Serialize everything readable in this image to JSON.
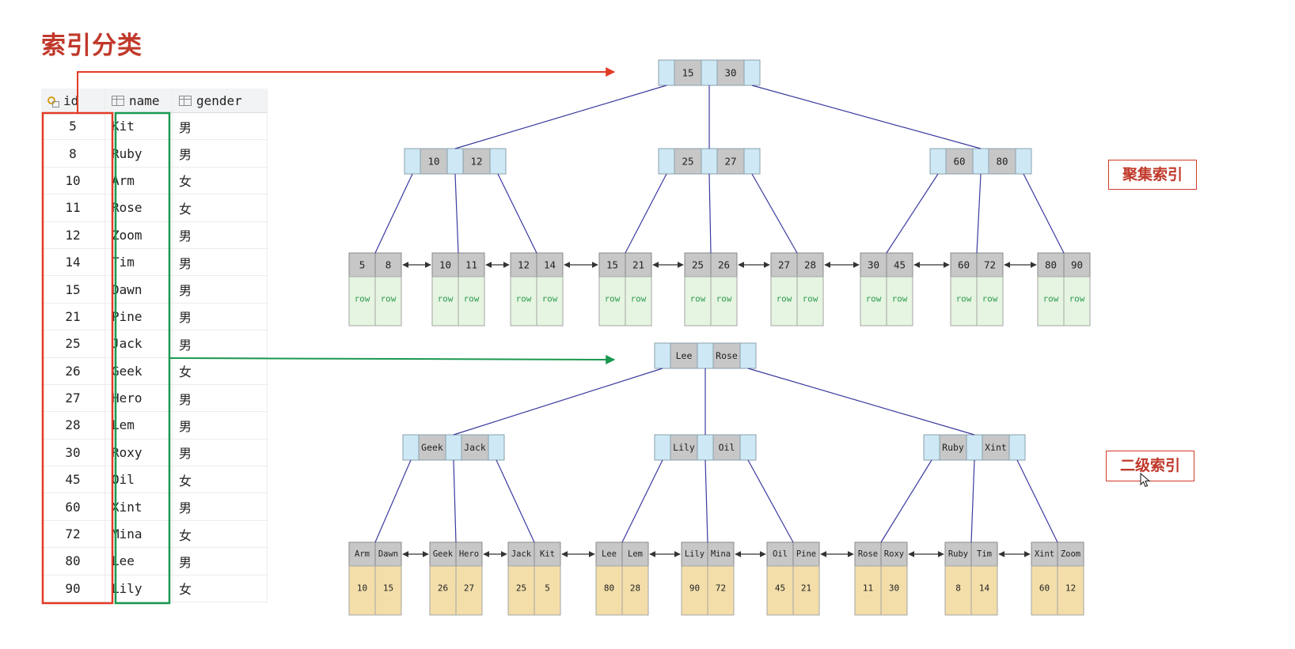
{
  "title": "索引分类",
  "table": {
    "headers": [
      "id",
      "name",
      "gender"
    ],
    "rows": [
      [
        "5",
        "Kit",
        "男"
      ],
      [
        "8",
        "Ruby",
        "男"
      ],
      [
        "10",
        "Arm",
        "女"
      ],
      [
        "11",
        "Rose",
        "女"
      ],
      [
        "12",
        "Zoom",
        "男"
      ],
      [
        "14",
        "Tim",
        "男"
      ],
      [
        "15",
        "Dawn",
        "男"
      ],
      [
        "21",
        "Pine",
        "男"
      ],
      [
        "25",
        "Jack",
        "男"
      ],
      [
        "26",
        "Geek",
        "女"
      ],
      [
        "27",
        "Hero",
        "男"
      ],
      [
        "28",
        "Lem",
        "男"
      ],
      [
        "30",
        "Roxy",
        "男"
      ],
      [
        "45",
        "Oil",
        "女"
      ],
      [
        "60",
        "Xint",
        "男"
      ],
      [
        "72",
        "Mina",
        "女"
      ],
      [
        "80",
        "Lee",
        "男"
      ],
      [
        "90",
        "Lily",
        "女"
      ]
    ]
  },
  "labels": {
    "clustered": "聚集索引",
    "secondary": "二级索引"
  },
  "colors": {
    "title": "#c0392b",
    "id_highlight": "#e23b26",
    "name_highlight": "#1a9850",
    "key_cell": "#c7c7c7",
    "pointer_cell": "#cfe8f5",
    "row_cell": "#e6f5e1",
    "row_text": "#2e9a52",
    "id_cell": "#f3deaa",
    "edge": "#3a3aa0"
  },
  "icons": {
    "id_column": "primary-key-icon",
    "other_columns": "column-icon",
    "cursor": "mouse-cursor-icon"
  },
  "clustered_index": {
    "root": [
      "15",
      "30"
    ],
    "internal": [
      [
        "10",
        "12"
      ],
      [
        "25",
        "27"
      ],
      [
        "60",
        "80"
      ]
    ],
    "leaves": [
      {
        "keys": [
          "5",
          "8"
        ],
        "values": [
          "row",
          "row"
        ]
      },
      {
        "keys": [
          "10",
          "11"
        ],
        "values": [
          "row",
          "row"
        ]
      },
      {
        "keys": [
          "12",
          "14"
        ],
        "values": [
          "row",
          "row"
        ]
      },
      {
        "keys": [
          "15",
          "21"
        ],
        "values": [
          "row",
          "row"
        ]
      },
      {
        "keys": [
          "25",
          "26"
        ],
        "values": [
          "row",
          "row"
        ]
      },
      {
        "keys": [
          "27",
          "28"
        ],
        "values": [
          "row",
          "row"
        ]
      },
      {
        "keys": [
          "30",
          "45"
        ],
        "values": [
          "row",
          "row"
        ]
      },
      {
        "keys": [
          "60",
          "72"
        ],
        "values": [
          "row",
          "row"
        ]
      },
      {
        "keys": [
          "80",
          "90"
        ],
        "values": [
          "row",
          "row"
        ]
      }
    ]
  },
  "secondary_index": {
    "root": [
      "Lee",
      "Rose"
    ],
    "internal": [
      [
        "Geek",
        "Jack"
      ],
      [
        "Lily",
        "Oil"
      ],
      [
        "Ruby",
        "Xint"
      ]
    ],
    "leaves": [
      {
        "keys": [
          "Arm",
          "Dawn"
        ],
        "values": [
          "10",
          "15"
        ]
      },
      {
        "keys": [
          "Geek",
          "Hero"
        ],
        "values": [
          "26",
          "27"
        ]
      },
      {
        "keys": [
          "Jack",
          "Kit"
        ],
        "values": [
          "25",
          "5"
        ]
      },
      {
        "keys": [
          "Lee",
          "Lem"
        ],
        "values": [
          "80",
          "28"
        ]
      },
      {
        "keys": [
          "Lily",
          "Mina"
        ],
        "values": [
          "90",
          "72"
        ]
      },
      {
        "keys": [
          "Oil",
          "Pine"
        ],
        "values": [
          "45",
          "21"
        ]
      },
      {
        "keys": [
          "Rose",
          "Roxy"
        ],
        "values": [
          "11",
          "30"
        ]
      },
      {
        "keys": [
          "Ruby",
          "Tim"
        ],
        "values": [
          "8",
          "14"
        ]
      },
      {
        "keys": [
          "Xint",
          "Zoom"
        ],
        "values": [
          "60",
          "12"
        ]
      }
    ]
  }
}
